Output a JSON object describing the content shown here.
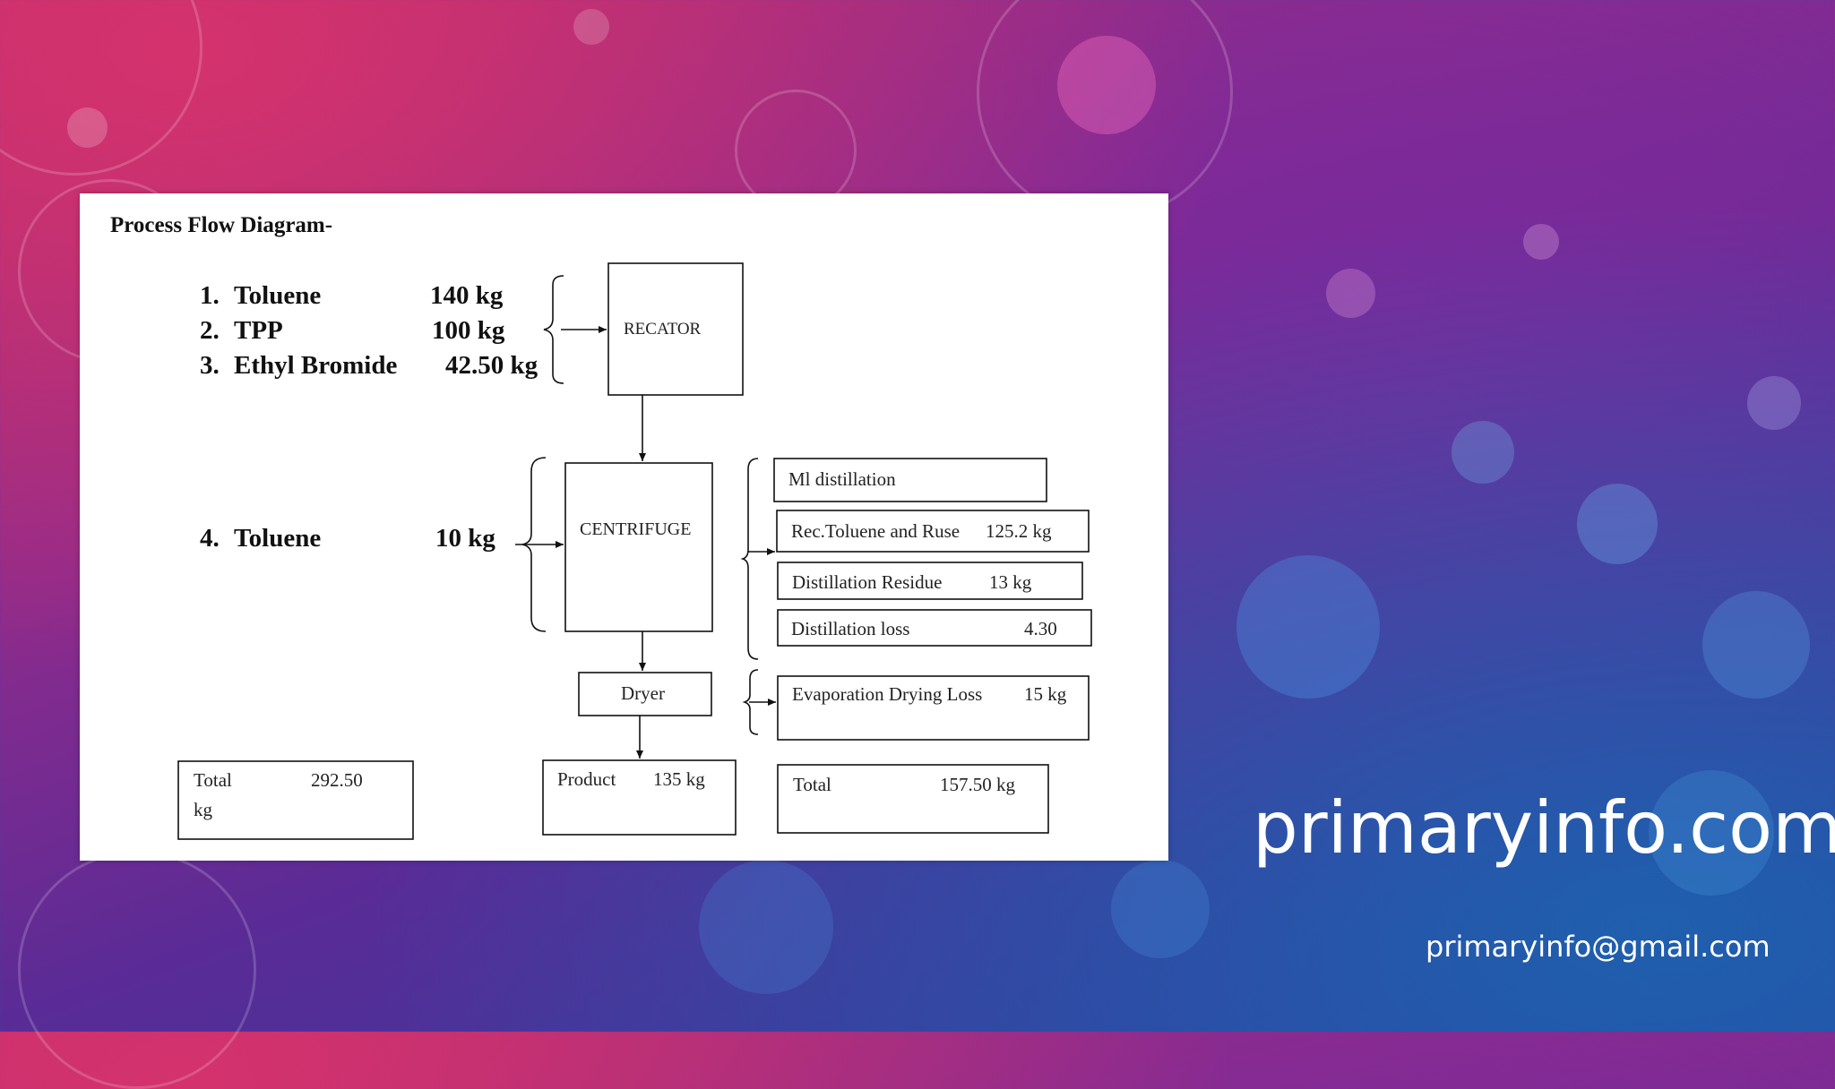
{
  "diagram": {
    "title": "Process Flow Diagram-",
    "inputs": [
      {
        "index": "1.",
        "name": "Toluene",
        "qty": "140 kg"
      },
      {
        "index": "2.",
        "name": "TPP",
        "qty": "100 kg"
      },
      {
        "index": "3.",
        "name": "Ethyl Bromide",
        "qty": "42.50 kg"
      },
      {
        "index": "4.",
        "name": "Toluene",
        "qty": "10 kg"
      }
    ],
    "nodes": {
      "reactor": "RECATOR",
      "centrifuge": "CENTRIFUGE",
      "dryer": "Dryer"
    },
    "centrifuge_outputs": [
      {
        "label": "Ml distillation",
        "value": ""
      },
      {
        "label": "Rec.Toluene and Ruse",
        "value": "125.2 kg"
      },
      {
        "label": "Distillation Residue",
        "value": "13 kg"
      },
      {
        "label": "Distillation loss",
        "value": "4.30"
      }
    ],
    "dryer_output": {
      "label": "Evaporation Drying Loss",
      "value": "15 kg"
    },
    "total_input": {
      "label": "Total",
      "value": "292.50",
      "unit": "kg"
    },
    "product": {
      "label": "Product",
      "value": "135 kg"
    },
    "total_output": {
      "label": "Total",
      "value": "157.50 kg"
    }
  },
  "branding": {
    "site": "primaryinfo.com",
    "email": "primaryinfo@gmail.com"
  }
}
